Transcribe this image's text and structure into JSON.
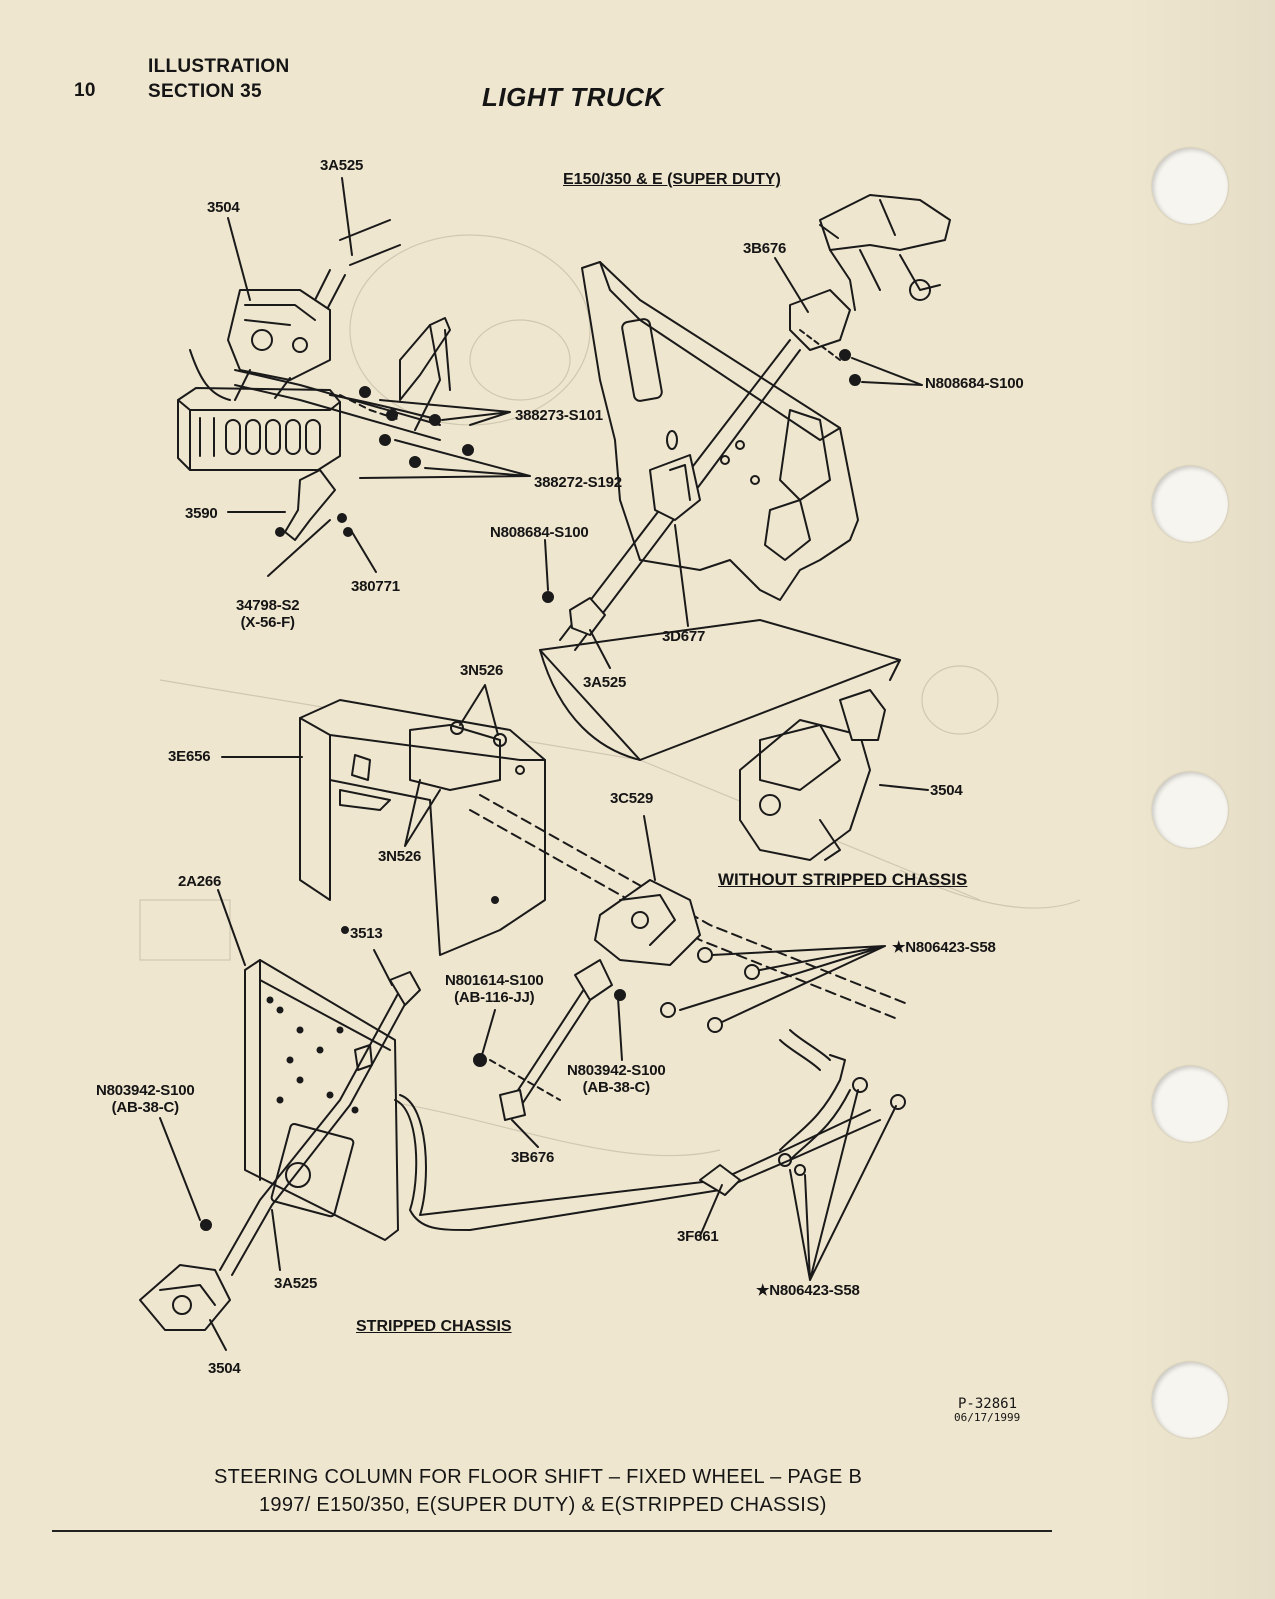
{
  "header": {
    "page_number": "10",
    "section_line1": "ILLUSTRATION",
    "section_line2": "SECTION 35",
    "title": "LIGHT TRUCK"
  },
  "subtitles": {
    "top": "E150/350 & E (SUPER DUTY)",
    "without_stripped": "WITHOUT STRIPPED CHASSIS",
    "stripped": "STRIPPED CHASSIS"
  },
  "labels": {
    "top_3a525": "3A525",
    "top_3504": "3504",
    "p388273": "388273-S101",
    "p388272": "388272-S192",
    "p3590": "3590",
    "p34798": "34798-S2",
    "p34798_sub": "(X-56-F)",
    "p380771": "380771",
    "top_3b676": "3B676",
    "right_n808684": "N808684-S100",
    "mid_n808684": "N808684-S100",
    "p3d677": "3D677",
    "mid_3a525": "3A525",
    "p3n526_top": "3N526",
    "p3e656": "3E656",
    "p3n526_bottom": "3N526",
    "p3c529": "3C529",
    "right_3504": "3504",
    "p2a266": "2A266",
    "p3513": "3513",
    "n801614": "N801614-S100",
    "n801614_sub": "(AB-116-JJ)",
    "n806423_top": "★N806423-S58",
    "n803942_mid": "N803942-S100",
    "n803942_mid_sub": "(AB-38-C)",
    "n803942_left": "N803942-S100",
    "n803942_left_sub": "(AB-38-C)",
    "p3b676_bottom": "3B676",
    "p3f661": "3F661",
    "bottom_3a525": "3A525",
    "n806423_bottom": "★N806423-S58",
    "bottom_3504": "3504"
  },
  "figure": {
    "code": "P-32861",
    "date": "06/17/1999"
  },
  "footer": {
    "line1": "STEERING COLUMN FOR FLOOR SHIFT – FIXED WHEEL – PAGE B",
    "line2": "1997/ E150/350, E(SUPER DUTY) & E(STRIPPED CHASSIS)"
  }
}
